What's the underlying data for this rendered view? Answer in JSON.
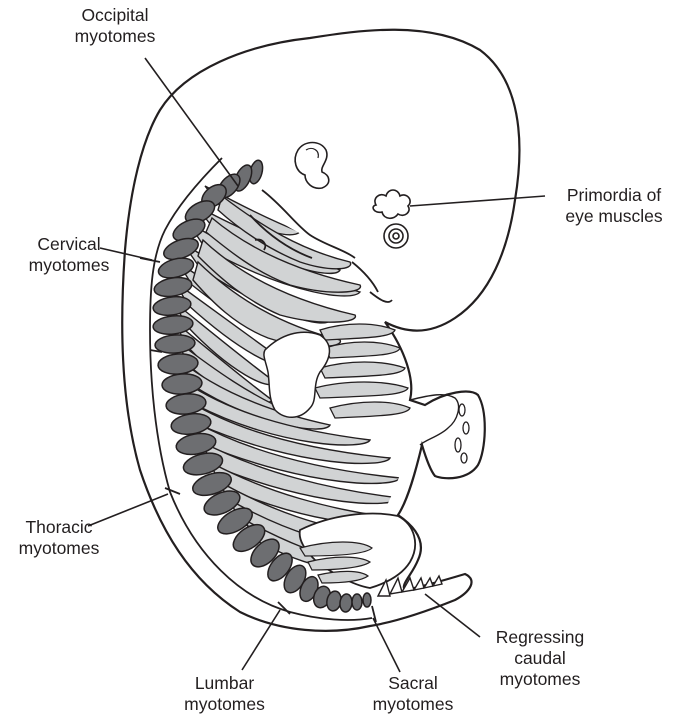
{
  "labels": {
    "occipital": {
      "line1": "Occipital",
      "line2": "myotomes"
    },
    "cervical": {
      "line1": "Cervical",
      "line2": "myotomes"
    },
    "thoracic": {
      "line1": "Thoracic",
      "line2": "myotomes"
    },
    "lumbar": {
      "line1": "Lumbar",
      "line2": "myotomes"
    },
    "sacral": {
      "line1": "Sacral",
      "line2": "myotomes"
    },
    "caudal": {
      "line1": "Regressing",
      "line2": "caudal",
      "line3": "myotomes"
    },
    "eye": {
      "line1": "Primordia of",
      "line2": "eye muscles"
    }
  },
  "colors": {
    "outline": "#231f20",
    "dark_myotome": "#6d6e71",
    "light_myotome": "#d1d3d4",
    "background": "#ffffff"
  }
}
